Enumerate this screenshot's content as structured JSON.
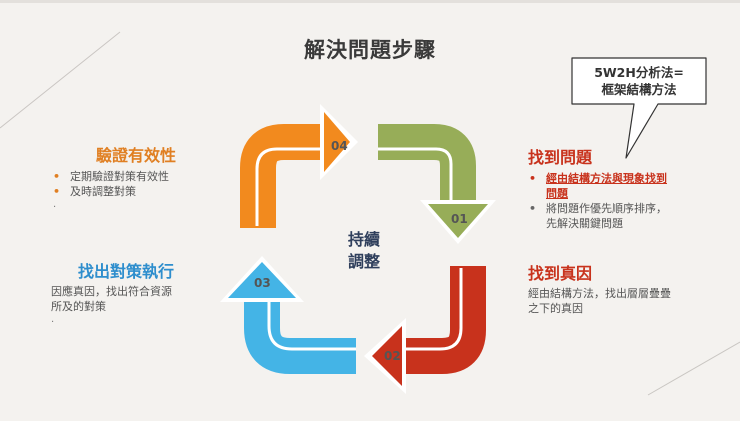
{
  "title": "解決問題步驟",
  "center_label_1": "持續",
  "center_label_2": "調整",
  "steps": {
    "s01": "01",
    "s02": "02",
    "s03": "03",
    "s04": "04"
  },
  "colors": {
    "step01": "#97ad58",
    "step02": "#c8321c",
    "step03": "#44b4e6",
    "step04": "#f28a1e"
  },
  "verify": {
    "heading": "驗證有效性",
    "bullets": [
      "定期驗證對策有效性",
      "及時調整對策"
    ],
    "stray": "."
  },
  "execute": {
    "heading": "找出對策執行",
    "text_1": "因應真因，找出符合資源",
    "text_2": "所及的對策",
    "stray": "."
  },
  "find_problem": {
    "heading": "找到問題",
    "bullet_1_line1": "經由結構方法與現象找到",
    "bullet_1_line2": "問題",
    "bullet_2_line1": "將問題作優先順序排序，",
    "bullet_2_line2": "先解決關鍵問題"
  },
  "find_cause": {
    "heading": "找到真因",
    "text_1": "經由結構方法，找出層層疊疊",
    "text_2": "之下的真因"
  },
  "callout": {
    "line1": "5W2H分析法=",
    "line2": "框架結構方法"
  }
}
